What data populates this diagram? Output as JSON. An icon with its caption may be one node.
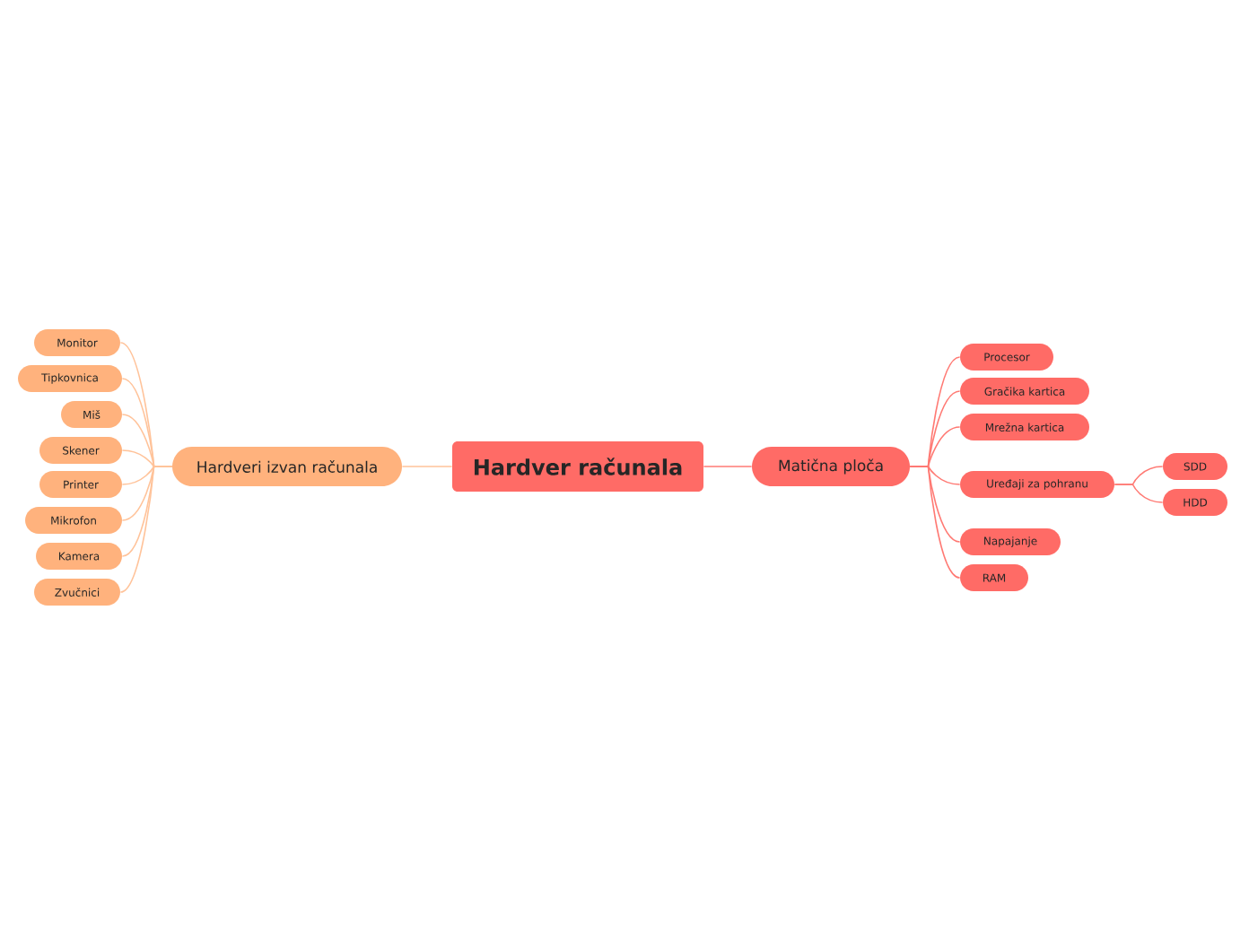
{
  "diagram": {
    "nodes": [
      {
        "text": [
          "Hardver računala"
        ]
      },
      {
        "text": [
          "Hardveri izvan računala"
        ]
      },
      {
        "text": [
          "Monitor"
        ]
      },
      {
        "text": [
          "Tipkovnica"
        ]
      },
      {
        "text": [
          "Miš"
        ]
      },
      {
        "text": [
          "Skener"
        ]
      },
      {
        "text": [
          "Printer"
        ]
      },
      {
        "text": [
          "Mikrofon"
        ]
      },
      {
        "text": [
          "Kamera"
        ]
      },
      {
        "text": [
          "Zvučnici"
        ]
      },
      {
        "text": [
          "Matična ploča"
        ]
      },
      {
        "text": [
          "Procesor"
        ]
      },
      {
        "text": [
          "Gračika kartica"
        ]
      },
      {
        "text": [
          "Mrežna kartica"
        ]
      },
      {
        "text": [
          "Uređaji za pohranu"
        ]
      },
      {
        "text": [
          "SDD"
        ]
      },
      {
        "text": [
          "HDD"
        ]
      },
      {
        "text": [
          "Napajanje"
        ]
      },
      {
        "text": [
          "RAM"
        ]
      }
    ],
    "edges": [
      {
        "from": 0,
        "to": 1,
        "arrow": "none"
      },
      {
        "from": 1,
        "to": 2,
        "arrow": "none"
      },
      {
        "from": 1,
        "to": 3,
        "arrow": "none"
      },
      {
        "from": 1,
        "to": 4,
        "arrow": "none"
      },
      {
        "from": 1,
        "to": 5,
        "arrow": "none"
      },
      {
        "from": 1,
        "to": 6,
        "arrow": "none"
      },
      {
        "from": 1,
        "to": 7,
        "arrow": "none"
      },
      {
        "from": 1,
        "to": 8,
        "arrow": "none"
      },
      {
        "from": 1,
        "to": 9,
        "arrow": "none"
      },
      {
        "from": 0,
        "to": 10,
        "arrow": "none"
      },
      {
        "from": 10,
        "to": 11,
        "arrow": "none"
      },
      {
        "from": 10,
        "to": 12,
        "arrow": "none"
      },
      {
        "from": 10,
        "to": 13,
        "arrow": "none"
      },
      {
        "from": 10,
        "to": 14,
        "arrow": "none"
      },
      {
        "from": 14,
        "to": 15,
        "arrow": "none"
      },
      {
        "from": 14,
        "to": 16,
        "arrow": "none"
      },
      {
        "from": 10,
        "to": 17,
        "arrow": "none"
      },
      {
        "from": 10,
        "to": 18,
        "arrow": "none"
      }
    ]
  }
}
